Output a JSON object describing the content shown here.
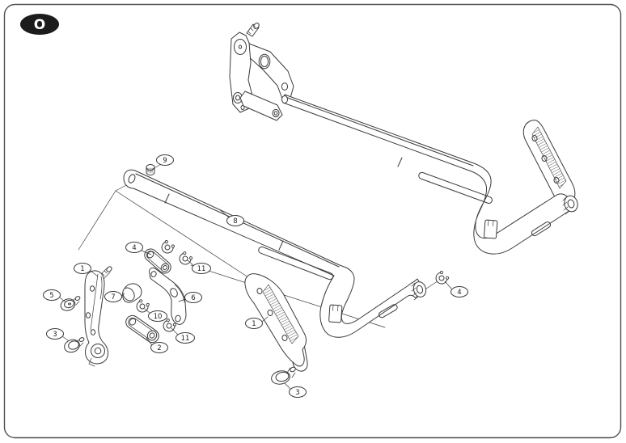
{
  "page": {
    "section_label": "O",
    "colors": {
      "background": "#ffffff",
      "line": "#3a3a3a",
      "border": "#4f4f4f",
      "badge_bg": "#1c1c1c",
      "badge_text": "#ffffff"
    }
  },
  "diagram": {
    "type": "exploded-parts-diagram",
    "callouts": [
      {
        "label": "9"
      },
      {
        "label": "8"
      },
      {
        "label": "4"
      },
      {
        "label": "11"
      },
      {
        "label": "1"
      },
      {
        "label": "5"
      },
      {
        "label": "7"
      },
      {
        "label": "6"
      },
      {
        "label": "10"
      },
      {
        "label": "3"
      },
      {
        "label": "2"
      },
      {
        "label": "11"
      },
      {
        "label": "1"
      },
      {
        "label": "3"
      },
      {
        "label": "4"
      }
    ]
  }
}
